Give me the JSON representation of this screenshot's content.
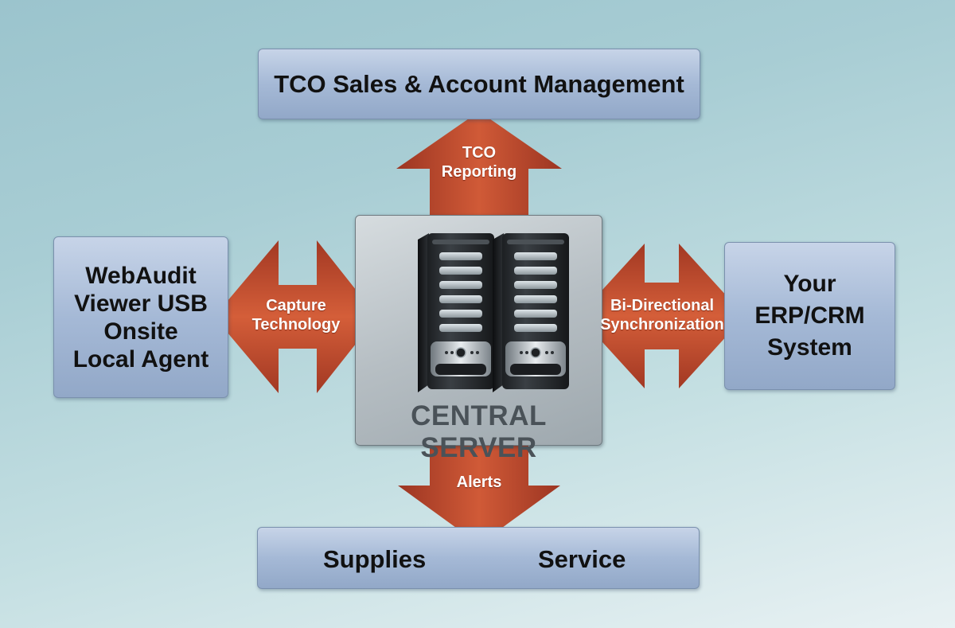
{
  "top_box": {
    "label": "TCO Sales & Account Management"
  },
  "left_box": {
    "lines": [
      "WebAudit",
      "Viewer USB",
      "Onsite",
      "Local Agent"
    ]
  },
  "right_box": {
    "lines": [
      "Your",
      "ERP/CRM",
      "System"
    ]
  },
  "bottom_box": {
    "left_label": "Supplies",
    "right_label": "Service"
  },
  "center": {
    "title": "CENTRAL SERVER",
    "icon": "server-rack-icon"
  },
  "arrows": {
    "up": {
      "lines": [
        "TCO",
        "Reporting"
      ]
    },
    "left": {
      "lines": [
        "Capture",
        "Technology"
      ]
    },
    "right": {
      "lines": [
        "Bi-Directional",
        "Synchronization"
      ]
    },
    "down": {
      "lines": [
        "Alerts"
      ]
    }
  },
  "colors": {
    "arrow": "#b8442c",
    "arrow_light": "#d9603a",
    "box": "#a5b9d6",
    "server_box": "#b6bec3"
  }
}
